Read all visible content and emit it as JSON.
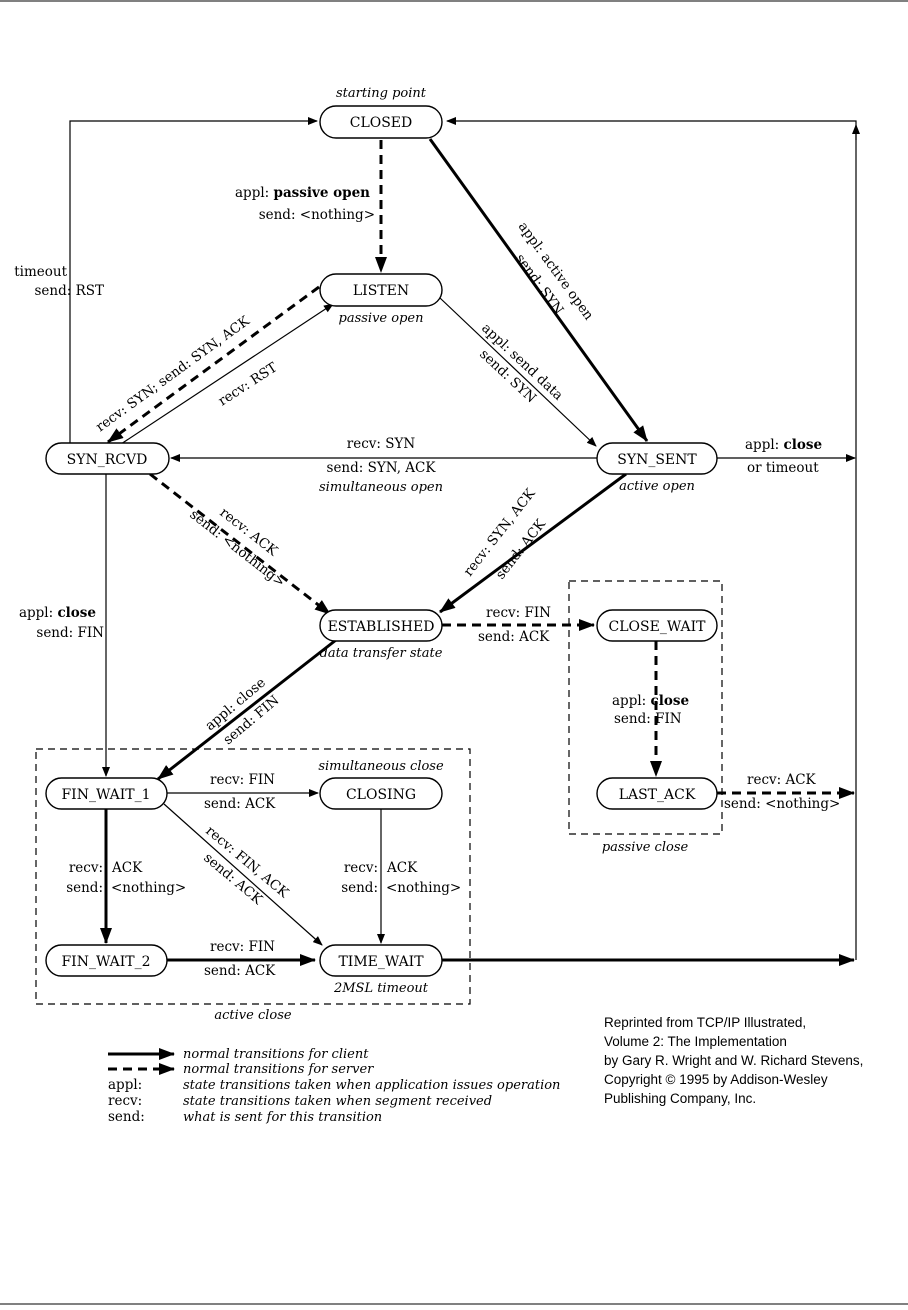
{
  "states": {
    "closed": "CLOSED",
    "listen": "LISTEN",
    "syn_rcvd": "SYN_RCVD",
    "syn_sent": "SYN_SENT",
    "established": "ESTABLISHED",
    "close_wait": "CLOSE_WAIT",
    "last_ack": "LAST_ACK",
    "fin_wait_1": "FIN_WAIT_1",
    "closing": "CLOSING",
    "fin_wait_2": "FIN_WAIT_2",
    "time_wait": "TIME_WAIT"
  },
  "captions": {
    "starting_point": "starting point",
    "passive_open": "passive open",
    "active_open": "active open",
    "simultaneous_open": "simultaneous open",
    "data_transfer_state": "data transfer state",
    "simultaneous_close": "simultaneous close",
    "two_msl_timeout": "2MSL timeout",
    "active_close": "active close",
    "passive_close": "passive close"
  },
  "transitions": {
    "timeout": "timeout",
    "send_rst": "send: RST",
    "appl_prefix": "appl: ",
    "passive_open_op": "passive open",
    "send_nothing": "send: <nothing>",
    "active_open_op": "appl: active open",
    "active_open_send": "send: SYN",
    "recv_syn_send_syn_ack": "recv: SYN;   send: SYN, ACK",
    "recv_rst": "recv: RST",
    "send_data_op": "appl: send data",
    "send_data_send": "send: SYN",
    "recv_syn": "recv: SYN",
    "send_syn_ack": "send: SYN, ACK",
    "close_op": "close",
    "or_timeout": "or timeout",
    "recv_ack": "recv: ACK",
    "send_nothing_diag": "send: <nothing>",
    "recv_syn_ack": "recv: SYN, ACK",
    "send_ack": "send: ACK",
    "send_fin": "send: FIN",
    "recv_fin": "recv: FIN",
    "appl_close_diag": "appl: close",
    "send_fin_diag": "send: FIN",
    "recv_fin_ack": "recv: FIN, ACK",
    "send_ack_diag": "send: ACK",
    "recv_colon": "recv:",
    "ack": "ACK",
    "send_colon": "send:",
    "nothing": "<nothing>"
  },
  "legend": {
    "client_line": "normal transitions for client",
    "server_line": "normal transitions for server",
    "appl_key": "appl:",
    "appl_desc": "state transitions taken when application issues operation",
    "recv_key": "recv:",
    "recv_desc": "state transitions taken when segment received",
    "send_key": "send:",
    "send_desc": "what is sent for this transition"
  },
  "credit": [
    "Reprinted from TCP/IP Illustrated,",
    "Volume 2: The Implementation",
    "by Gary R. Wright and W. Richard Stevens,",
    "Copyright © 1995 by Addison-Wesley",
    "Publishing Company, Inc."
  ]
}
